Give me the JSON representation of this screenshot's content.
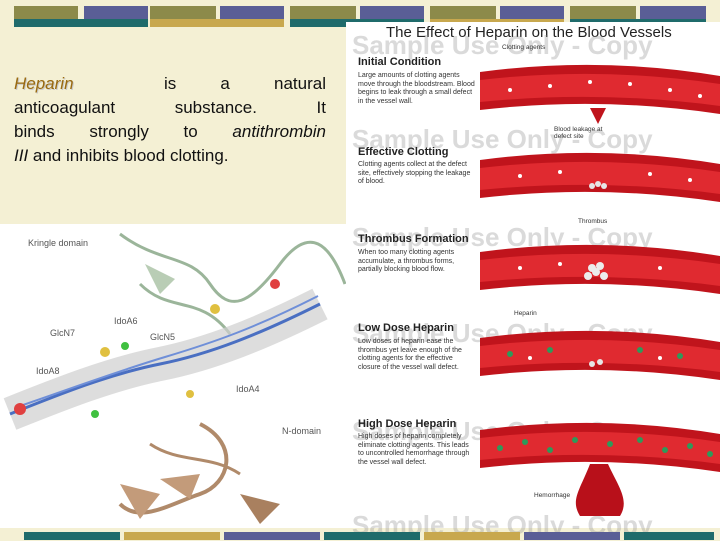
{
  "slide": {
    "body_term": "Heparin",
    "body_line1_rest": " is a natural",
    "body_line2": "anticoagulant substance. It",
    "body_line3_pre": "binds strongly to ",
    "body_line3_italic": "antithrombin",
    "body_line4_italic": "III",
    "body_line4_rest": " and inhibits blood clotting."
  },
  "molecule": {
    "labels": [
      "Kringle domain",
      "GlcN7",
      "IdoA6",
      "GlcN5",
      "IdoA8",
      "IdoA4",
      "N-domain"
    ]
  },
  "figure": {
    "title": "The Effect of Heparin on the Blood Vessels",
    "watermark": "Sample Use Only - Copy",
    "stages": [
      {
        "title": "Initial Condition",
        "desc": "Large amounts of clotting agents move through the bloodstream. Blood begins to leak through a small defect in the vessel wall."
      },
      {
        "title": "Effective Clotting",
        "desc": "Clotting agents collect at the defect site, effectively stopping the leakage of blood."
      },
      {
        "title": "Thrombus Formation",
        "desc": "When too many clotting agents accumulate, a thrombus forms, partially blocking blood flow."
      },
      {
        "title": "Low Dose Heparin",
        "desc": "Low doses of heparin ease the thrombus yet leave enough of the clotting agents for the effective closure of the vessel wall defect."
      },
      {
        "title": "High Dose Heparin",
        "desc": "High doses of heparin completely eliminate clotting agents. This leads to uncontrolled hemorrhage through the vessel wall defect."
      }
    ],
    "callouts": {
      "clotting_agents": "Clotting agents",
      "blood_leakage": "Blood leakage at defect site",
      "thrombus": "Thrombus",
      "heparin": "Heparin",
      "hemorrhage": "Hemorrhage"
    }
  },
  "colors": {
    "background": "#f4f0d4",
    "bar_olive": "#8c8a4a",
    "bar_blue": "#5a5e96",
    "bar_teal": "#1f6b6b",
    "bar_gold": "#c8a84e",
    "vessel_red": "#c0141c",
    "heparin_green": "#2e9a5a"
  }
}
